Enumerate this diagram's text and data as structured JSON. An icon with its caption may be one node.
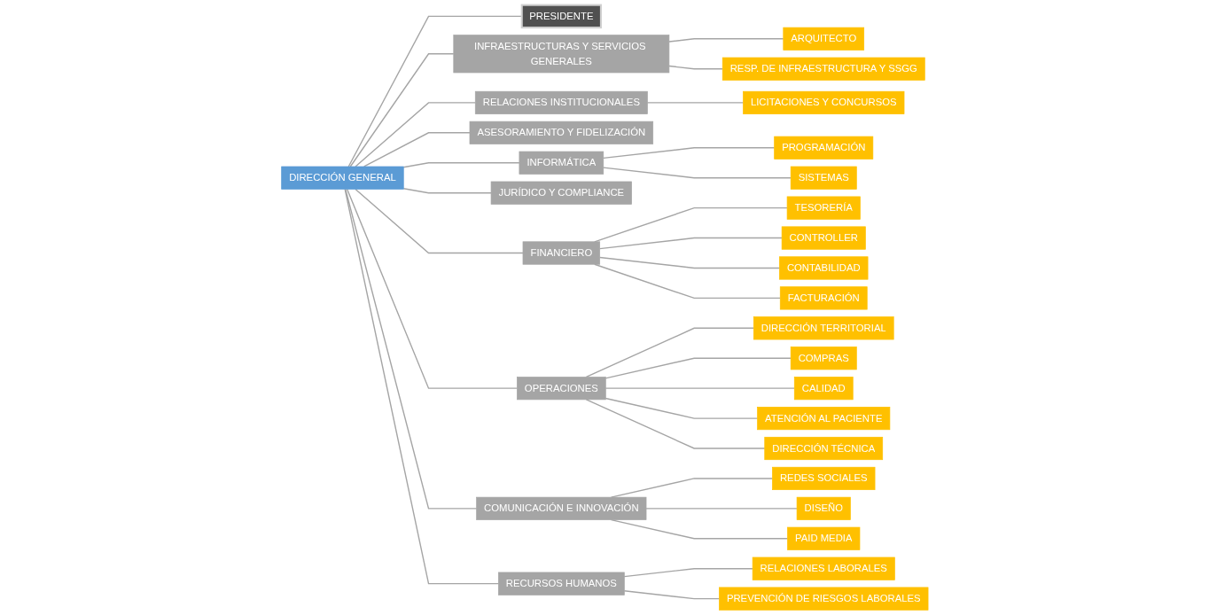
{
  "diagram": {
    "nodes": [
      {
        "text": [
          "DIRECCIÓN GENERAL"
        ]
      },
      {
        "text": [
          "PRESIDENTE"
        ]
      },
      {
        "text": [
          "INFRAESTRUCTURAS Y SERVICIOS GENERALES"
        ]
      },
      {
        "text": [
          "RELACIONES INSTITUCIONALES"
        ]
      },
      {
        "text": [
          "ASESORAMIENTO Y FIDELIZACIÓN"
        ]
      },
      {
        "text": [
          "INFORMÁTICA"
        ]
      },
      {
        "text": [
          "JURÍDICO Y COMPLIANCE"
        ]
      },
      {
        "text": [
          "FINANCIERO"
        ]
      },
      {
        "text": [
          "OPERACIONES"
        ]
      },
      {
        "text": [
          "COMUNICACIÓN E INNOVACIÓN"
        ]
      },
      {
        "text": [
          "RECURSOS HUMANOS"
        ]
      },
      {
        "text": [
          "ARQUITECTO"
        ]
      },
      {
        "text": [
          "RESP. DE INFRAESTRUCTURA Y SSGG"
        ]
      },
      {
        "text": [
          "LICITACIONES Y CONCURSOS"
        ]
      },
      {
        "text": [
          "PROGRAMACIÓN"
        ]
      },
      {
        "text": [
          "SISTEMAS"
        ]
      },
      {
        "text": [
          "TESORERÍA"
        ]
      },
      {
        "text": [
          "CONTROLLER"
        ]
      },
      {
        "text": [
          "CONTABILIDAD"
        ]
      },
      {
        "text": [
          "FACTURACIÓN"
        ]
      },
      {
        "text": [
          "DIRECCIÓN TERRITORIAL"
        ]
      },
      {
        "text": [
          "COMPRAS"
        ]
      },
      {
        "text": [
          "CALIDAD"
        ]
      },
      {
        "text": [
          "ATENCIÓN AL PACIENTE"
        ]
      },
      {
        "text": [
          "DIRECCIÓN TÉCNICA"
        ]
      },
      {
        "text": [
          "REDES SOCIALES"
        ]
      },
      {
        "text": [
          "DISEÑO"
        ]
      },
      {
        "text": [
          "PAID MEDIA"
        ]
      },
      {
        "text": [
          "RELACIONES LABORALES"
        ]
      },
      {
        "text": [
          "PREVENCIÓN DE RIESGOS LABORALES"
        ]
      }
    ],
    "edges": [
      {
        "from": 0,
        "to": 1,
        "arrow": "none"
      },
      {
        "from": 0,
        "to": 2,
        "arrow": "none"
      },
      {
        "from": 0,
        "to": 3,
        "arrow": "none"
      },
      {
        "from": 0,
        "to": 4,
        "arrow": "none"
      },
      {
        "from": 0,
        "to": 5,
        "arrow": "none"
      },
      {
        "from": 0,
        "to": 6,
        "arrow": "none"
      },
      {
        "from": 0,
        "to": 7,
        "arrow": "none"
      },
      {
        "from": 0,
        "to": 8,
        "arrow": "none"
      },
      {
        "from": 0,
        "to": 9,
        "arrow": "none"
      },
      {
        "from": 0,
        "to": 10,
        "arrow": "none"
      },
      {
        "from": 2,
        "to": 11,
        "arrow": "none"
      },
      {
        "from": 2,
        "to": 12,
        "arrow": "none"
      },
      {
        "from": 3,
        "to": 13,
        "arrow": "none"
      },
      {
        "from": 5,
        "to": 14,
        "arrow": "none"
      },
      {
        "from": 5,
        "to": 15,
        "arrow": "none"
      },
      {
        "from": 7,
        "to": 16,
        "arrow": "none"
      },
      {
        "from": 7,
        "to": 17,
        "arrow": "none"
      },
      {
        "from": 7,
        "to": 18,
        "arrow": "none"
      },
      {
        "from": 7,
        "to": 19,
        "arrow": "none"
      },
      {
        "from": 8,
        "to": 20,
        "arrow": "none"
      },
      {
        "from": 8,
        "to": 21,
        "arrow": "none"
      },
      {
        "from": 8,
        "to": 22,
        "arrow": "none"
      },
      {
        "from": 8,
        "to": 23,
        "arrow": "none"
      },
      {
        "from": 8,
        "to": 24,
        "arrow": "none"
      },
      {
        "from": 9,
        "to": 25,
        "arrow": "none"
      },
      {
        "from": 9,
        "to": 26,
        "arrow": "none"
      },
      {
        "from": 9,
        "to": 27,
        "arrow": "none"
      },
      {
        "from": 10,
        "to": 28,
        "arrow": "none"
      },
      {
        "from": 10,
        "to": 29,
        "arrow": "none"
      }
    ]
  }
}
